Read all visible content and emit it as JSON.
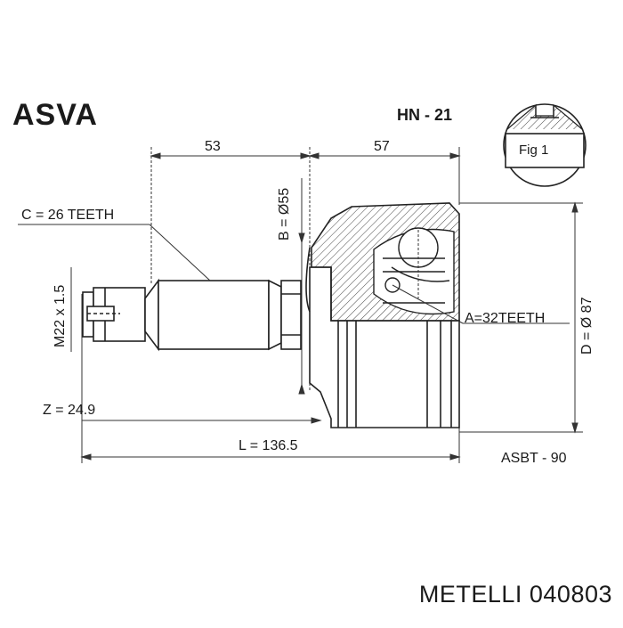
{
  "header": {
    "brand": "ASVA",
    "part_code": "HN - 21"
  },
  "figure_label": "Fig 1",
  "dimensions": {
    "left_length": "53",
    "right_length": "57",
    "total_length": "L = 136.5",
    "shaft_teeth": "C = 26 TEETH",
    "bore_teeth": "A=32TEETH",
    "thread": "M22 x 1.5",
    "seal_diameter": "B = Ø55",
    "outer_diameter": "D = Ø 87",
    "z_value": "Z = 24.9",
    "ref_code": "ASBT - 90"
  },
  "footer": {
    "text": "METELLI 040803"
  }
}
